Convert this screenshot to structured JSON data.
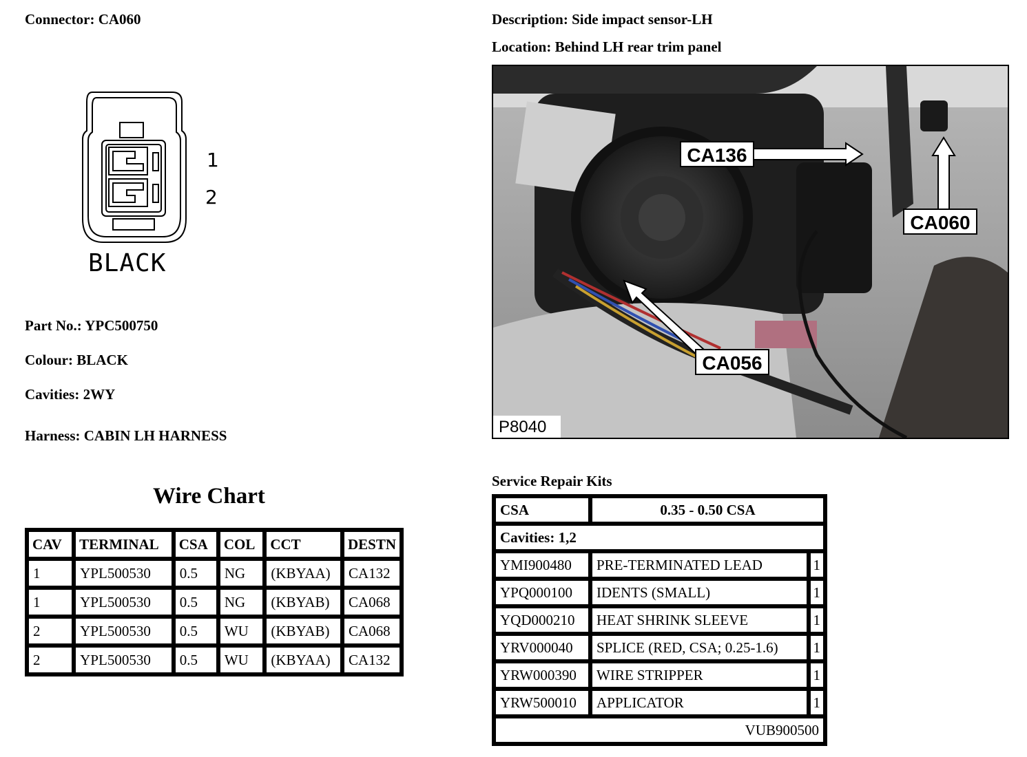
{
  "header": {
    "connector_label": "Connector: CA060",
    "description_label": "Description: Side impact sensor-LH",
    "location_label": "Location: Behind LH rear trim panel"
  },
  "connector_drawing": {
    "cavity_numbers": [
      "1",
      "2"
    ],
    "colour_label": "BLACK"
  },
  "details": {
    "part_no": "Part No.: YPC500750",
    "colour": "Colour: BLACK",
    "cavities": "Cavities: 2WY",
    "harness": "Harness: CABIN LH HARNESS"
  },
  "wire_chart": {
    "title": "Wire Chart",
    "headers": [
      "CAV",
      "TERMINAL",
      "CSA",
      "COL",
      "CCT",
      "DESTN"
    ],
    "rows": [
      [
        "1",
        "YPL500530",
        "0.5",
        "NG",
        "(KBYAA)",
        "CA132"
      ],
      [
        "1",
        "YPL500530",
        "0.5",
        "NG",
        "(KBYAB)",
        "CA068"
      ],
      [
        "2",
        "YPL500530",
        "0.5",
        "WU",
        "(KBYAB)",
        "CA068"
      ],
      [
        "2",
        "YPL500530",
        "0.5",
        "WU",
        "(KBYAA)",
        "CA132"
      ]
    ]
  },
  "photo": {
    "callouts": [
      "CA136",
      "CA060",
      "CA056"
    ],
    "photo_id": "P8040"
  },
  "service_repair_kits": {
    "title": "Service Repair Kits",
    "csa_label": "CSA",
    "csa_value": "0.35 - 0.50 CSA",
    "cavities": "Cavities: 1,2",
    "items": [
      [
        "YMI900480",
        "PRE-TERMINATED LEAD",
        "1"
      ],
      [
        "YPQ000100",
        "IDENTS (SMALL)",
        "1"
      ],
      [
        "YQD000210",
        "HEAT SHRINK SLEEVE",
        "1"
      ],
      [
        "YRV000040",
        "SPLICE (RED, CSA; 0.25-1.6)",
        "1"
      ],
      [
        "YRW000390",
        "WIRE STRIPPER",
        "1"
      ],
      [
        "YRW500010",
        "APPLICATOR",
        "1"
      ]
    ],
    "kit_number": "VUB900500"
  }
}
